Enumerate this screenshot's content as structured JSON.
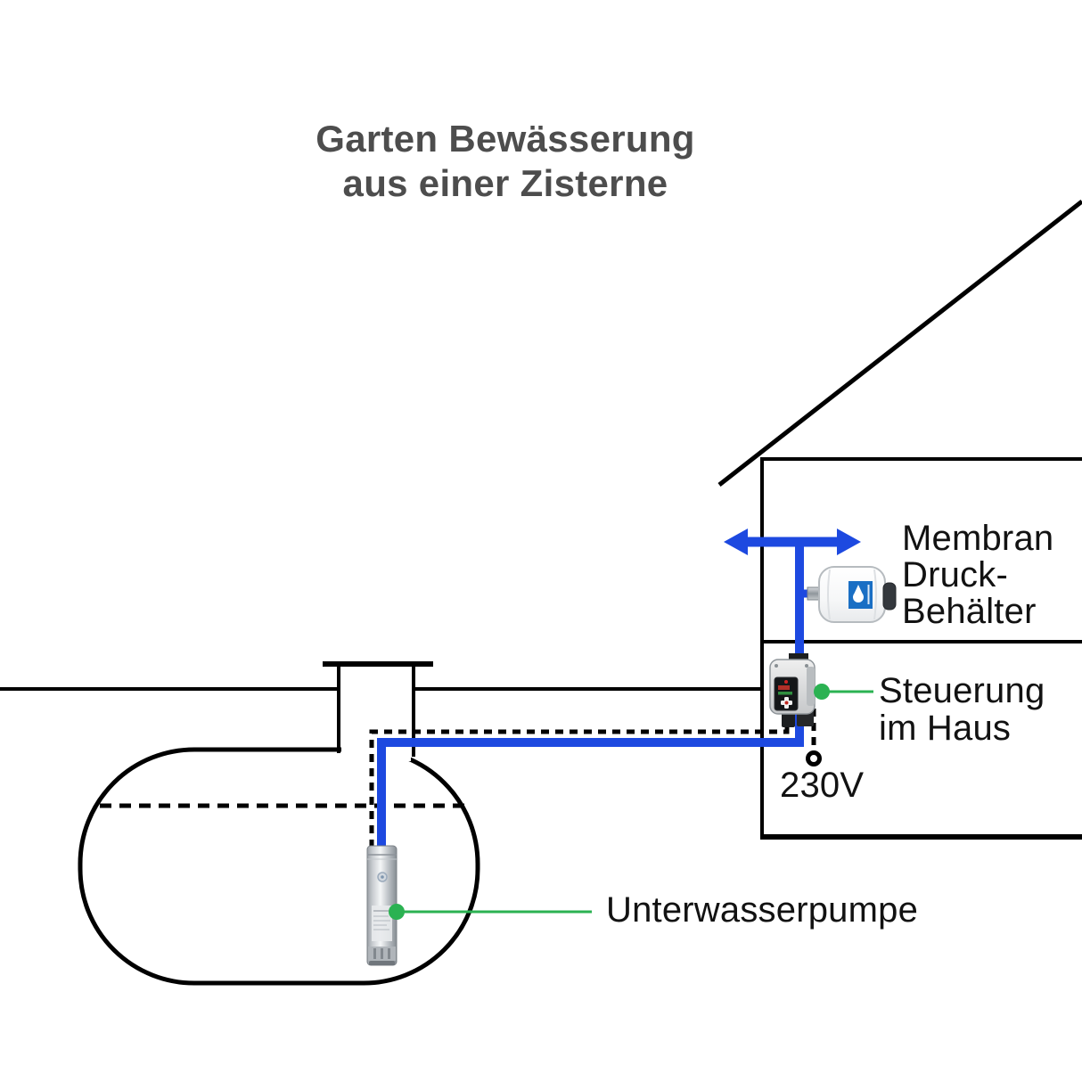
{
  "title": {
    "line1": "Garten Bewässerung",
    "line2": "aus einer Zisterne"
  },
  "labels": {
    "membran": {
      "line1": "Membran",
      "line2": "Druck-",
      "line3": "Behälter"
    },
    "steuerung": {
      "line1": "Steuerung",
      "line2": "im Haus"
    },
    "voltage": "230V",
    "pump": "Unterwasserpumpe"
  },
  "colors": {
    "pipe_blue": "#1d49e0",
    "callout_green": "#2bb252",
    "outline_black": "#000000",
    "title_gray": "#4d4d4d",
    "label_text": "#121212",
    "tank_label_blue": "#1a6fc4"
  },
  "graphics": {
    "flow_arrow": "double-headed-arrow",
    "membrane_tank": "membrane-pressure-tank",
    "controller": "pump-controller",
    "pump": "submersible-pump",
    "cistern": "cistern-tank",
    "house": "house-outline",
    "power_cable_end": "cable-end-ring",
    "water_level": "dashed-water-level-line",
    "power_cable": "dashed-power-cable"
  }
}
